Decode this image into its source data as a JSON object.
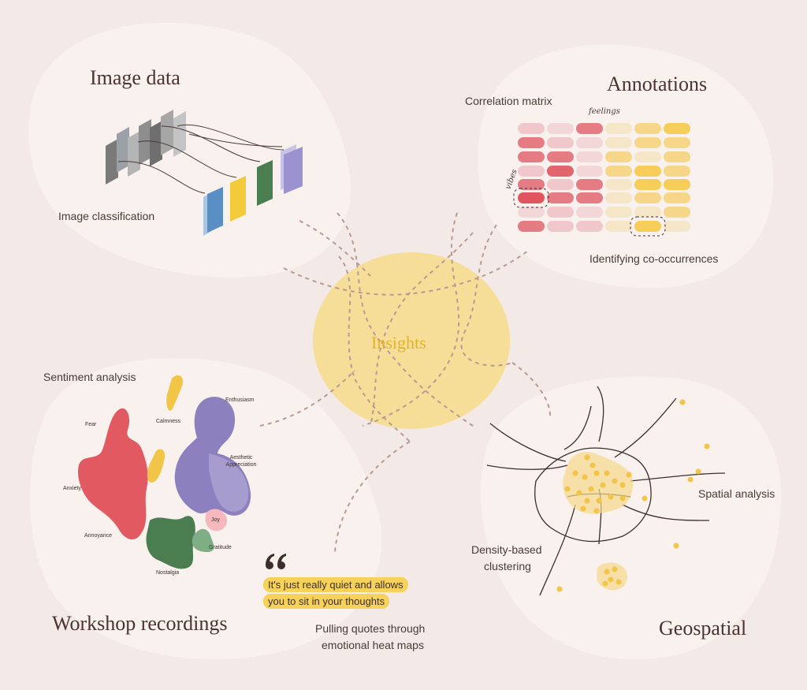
{
  "center": {
    "label": "Insights"
  },
  "image_section": {
    "title": "Image data",
    "caption": "Image classification"
  },
  "annotations_section": {
    "title": "Annotations",
    "matrix_label": "Correlation matrix",
    "col_tag": "feelings",
    "row_tag": "vibes",
    "caption": "Identifying co-occurrences"
  },
  "workshop_section": {
    "title": "Workshop recordings",
    "caption": "Sentiment analysis",
    "emotions": [
      "Enthusiasm",
      "Calmness",
      "Fear",
      "Aesthetic Appreciation",
      "Anxiety",
      "Joy",
      "Annoyance",
      "Gratitude",
      "Nostalgia"
    ],
    "quote_lines": [
      "It's just really quiet and allows",
      "you to sit in your thoughts"
    ],
    "quote_caption_line1": "Pulling quotes through",
    "quote_caption_line2": "emotional heat maps"
  },
  "geo_section": {
    "title": "Geospatial",
    "caption": "Spatial analysis",
    "cluster_caption_line1": "Density-based",
    "cluster_caption_line2": "clustering"
  },
  "colors": {
    "background": "#f3e9e6",
    "blob": "#f8f1ed",
    "insight": "#f6dc8a",
    "red": "#e25a61",
    "purple": "#8c80bf",
    "green": "#4a7d4f",
    "yellow": "#f2c548",
    "pink": "#f4b8bd"
  }
}
